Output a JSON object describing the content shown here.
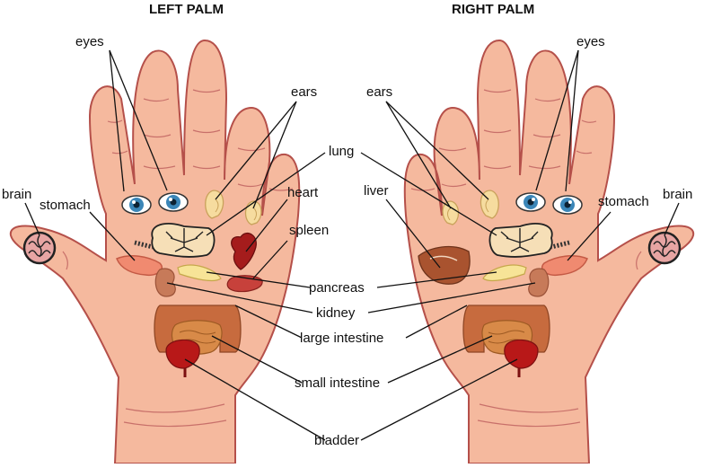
{
  "titles": {
    "left": "LEFT PALM",
    "right": "RIGHT PALM"
  },
  "labels": {
    "eyes_left": "eyes",
    "eyes_right": "eyes",
    "ears_left": "ears",
    "ears_right": "ears",
    "brain_left": "brain",
    "brain_right": "brain",
    "stomach_left": "stomach",
    "stomach_right": "stomach",
    "lung": "lung",
    "heart": "heart",
    "liver": "liver",
    "spleen": "spleen",
    "pancreas": "pancreas",
    "kidney": "kidney",
    "large_intestine": "large intestine",
    "small_intestine": "small intestine",
    "bladder": "bladder"
  },
  "colors": {
    "skin": "#f5b99e",
    "skin_outline": "#b5504a",
    "crease": "#c8706a",
    "brain": "#e7a5a3",
    "stomach": "#f08a70",
    "lung": "#f6dfb7",
    "heart": "#a51c1c",
    "spleen": "#c7413b",
    "liver": "#a9532f",
    "pancreas": "#f7e497",
    "kidney": "#c77a59",
    "large_intestine": "#c76b3e",
    "small_intestine": "#d88a48",
    "bladder": "#b81818",
    "eye_iris": "#3b86b8",
    "ear": "#f6dc9f",
    "line": "#111111"
  }
}
